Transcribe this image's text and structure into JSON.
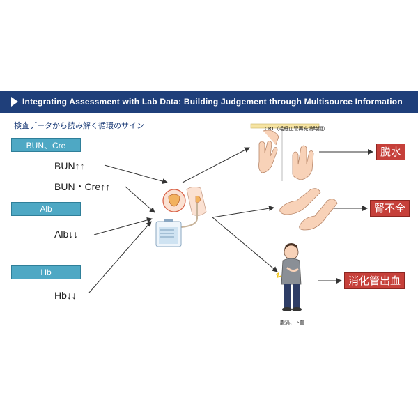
{
  "header": {
    "title": "Integrating Assessment with Lab Data: Building Judgement through Multisource Information"
  },
  "subtitle": "検査データから読み解く循環のサイン",
  "tags": {
    "bun_cre": "BUN、Cre",
    "alb": "Alb",
    "hb": "Hb"
  },
  "labs": {
    "bun": "BUN↑↑",
    "bun_cre": "BUN・Cre↑↑",
    "alb": "Alb↓↓",
    "hb": "Hb↓↓"
  },
  "crt_label": "CRT（毛細血管再充満時間）",
  "results": {
    "dehydration": "脱水",
    "renal_failure": "腎不全",
    "gi_bleeding": "消化管出血"
  },
  "person_caption": "腹痛、下血",
  "colors": {
    "banner": "#1f3f7a",
    "tag": "#4ea8c4",
    "result": "#c6403a"
  }
}
